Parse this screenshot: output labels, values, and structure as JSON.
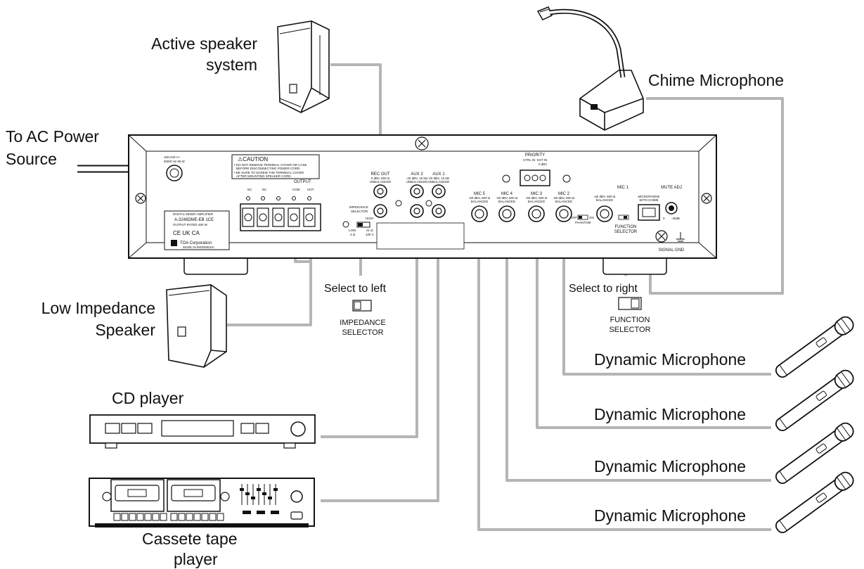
{
  "labels": {
    "active_speaker_1": "Active speaker",
    "active_speaker_2": "system",
    "chime_microphone": "Chime Microphone",
    "ac_power_1": "To AC Power",
    "ac_power_2": "Source",
    "low_impedance_1": "Low Impedance",
    "low_impedance_2": "Speaker",
    "cd_player": "CD player",
    "cassette_1": "Cassete tape",
    "cassette_2": "player",
    "select_left": "Select to left",
    "impedance_selector_1": "IMPEDANCE",
    "impedance_selector_2": "SELECTOR",
    "select_right": "Select to right",
    "function_selector_1": "FUNCTION",
    "function_selector_2": "SELECTOR",
    "dynamic_mic_1": "Dynamic Microphone",
    "dynamic_mic_2": "Dynamic Microphone",
    "dynamic_mic_3": "Dynamic Microphone",
    "dynamic_mic_4": "Dynamic Microphone"
  },
  "panel": {
    "power_rating_1": "100-240 V~",
    "power_rating_2": "50/60 Hz 99 W",
    "caution_title": "⚠CAUTION",
    "caution_1": "• DO NOT REMOVE TERMINAL COVER OR CASE",
    "caution_2": "BEFORE DISCONNECTING POWER CORD.",
    "caution_3": "• BE SURE TO SCREW THE TERMINAL COVER",
    "caution_4": "AFTER MOUNTING SPEAKER CORD.",
    "output": "OUTPUT",
    "nc1": "NC",
    "nc2": "NC",
    "com": "COM",
    "hot": "HOT",
    "nameplate_1": "DIGITAL MIXER AMPLIFIER",
    "nameplate_2": "A-3248DME-EB 1CE",
    "nameplate_3": "OUTPUT RATED     480 W",
    "nameplate_4": "CE UK CA",
    "nameplate_5": "TOA Corporation",
    "nameplate_6": "MADE IN INDONESIA",
    "impedance_title_1": "IMPEDANCE",
    "impedance_title_2": "SELECTOR",
    "imp_low": "LOW",
    "imp_low_val": "4 Ω",
    "imp_high": "HIGH",
    "imp_high_val1": "21 Ω",
    "imp_high_val2": "100 V",
    "rec_out": "REC OUT",
    "rec_out_spec": "0 dBV, 600 Ω",
    "rec_out_type": "UNBALANCED",
    "aux2": "AUX 2",
    "aux2_spec": "-20 dBV, 10 kΩ",
    "aux2_type": "UNBALANCED",
    "aux1": "AUX 1",
    "aux1_spec": "-20 dBV, 10 kΩ",
    "aux1_type": "UNBALANCED",
    "priority": "PRIORITY",
    "ctrl_in": "CTRL IN",
    "ext_in": "EXT IN",
    "ext_in_spec": "0 dBV",
    "mic5": "MIC 5",
    "mic4": "MIC 4",
    "mic3": "MIC 3",
    "mic2": "MIC 2",
    "mic1": "MIC 1",
    "mic_spec": "-60 dBV, 600 Ω",
    "mic_type": "BALANCED",
    "mic_with_chime_1": "MICROPHONE",
    "mic_with_chime_2": "WITH CHIME",
    "mute_adj": "MUTE ADJ",
    "mute_0": "0",
    "mute_min": "-30dB",
    "phantom_off": "OFF",
    "phantom_on": "ON",
    "phantom": "PHANTOM",
    "function_sel_1": "FUNCTION",
    "function_sel_2": "SELECTOR",
    "signal_gnd": "SIGNAL GND"
  }
}
